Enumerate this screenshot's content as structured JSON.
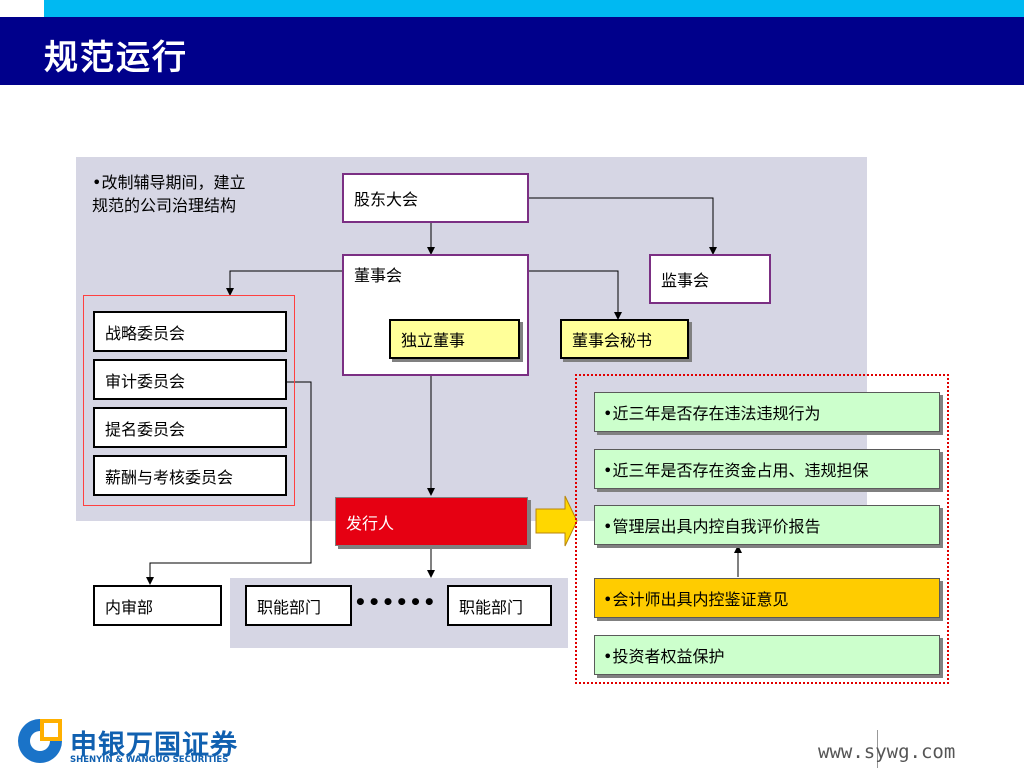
{
  "header": {
    "title": "规范运行"
  },
  "note": {
    "line1": "•改制辅导期间，建立",
    "line2": "规范的公司治理结构"
  },
  "org": {
    "shareholders": "股东大会",
    "board": "董事会",
    "supervisors": "监事会",
    "independent_director": "独立董事",
    "board_secretary": "董事会秘书",
    "issuer": "发行人",
    "internal_audit": "内审部",
    "functional_dept_1": "职能部门",
    "functional_dept_2": "职能部门",
    "ellipsis": "••••••",
    "committees": [
      "战略委员会",
      "审计委员会",
      "提名委员会",
      "薪酬与考核委员会"
    ]
  },
  "checklist": [
    "•近三年是否存在违法违规行为",
    "•近三年是否存在资金占用、违规担保",
    "•管理层出具内控自我评价报告",
    "•会计师出具内控鉴证意见",
    "•投资者权益保护"
  ],
  "colors": {
    "navy": "#00008b",
    "cyan": "#00b9f2",
    "issuer_red": "#e60012",
    "yellow": "#ffff99",
    "green": "#ccffcc",
    "gold": "#ffcc00",
    "arrow_yellow": "#ffd700"
  },
  "footer": {
    "logo_cn": "申银万国证券",
    "logo_en": "SHENYIN & WANGUO SECURITIES",
    "website": "www.sywg.com"
  }
}
